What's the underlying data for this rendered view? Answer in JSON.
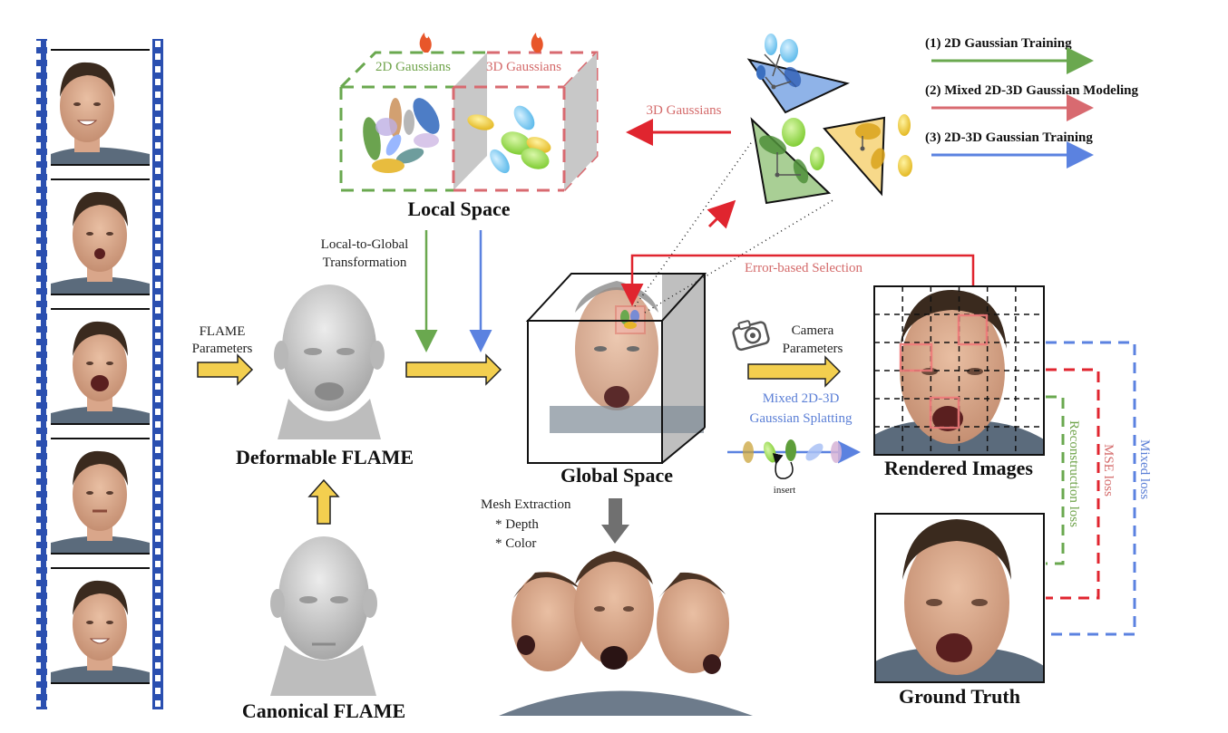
{
  "colors": {
    "film_blue": "#2a4fb0",
    "arrow_yellow": "#f3cf4f",
    "green": "#6aa84f",
    "red": "#e0252f",
    "pink": "#d86a70",
    "blue": "#5b82e0",
    "gray_face": "#d4d4d4"
  },
  "film_strip": {
    "frames": [
      {
        "label": "frame-1",
        "expression": "smile-turned"
      },
      {
        "label": "frame-2",
        "expression": "mouth-open-surprise"
      },
      {
        "label": "frame-3",
        "expression": "shout"
      },
      {
        "label": "frame-4",
        "expression": "squint-grimace"
      },
      {
        "label": "frame-5",
        "expression": "smile"
      }
    ]
  },
  "local_space": {
    "title": "Local Space",
    "gauss2d_label": "2D Gaussians",
    "gauss3d_label": "3D Gaussians",
    "fire_icon": "fire-icon"
  },
  "arrows_labels": {
    "flame_params_line1": "FLAME",
    "flame_params_line2": "Parameters",
    "l2g_line1": "Local-to-Global",
    "l2g_line2": "Transformation",
    "gauss3d_back": "3D Gaussians",
    "error_selection": "Error-based Selection",
    "camera_line1": "Camera",
    "camera_line2": "Parameters",
    "splat_line1": "Mixed 2D-3D",
    "splat_line2": "Gaussian Splatting",
    "insert": "insert",
    "mesh_line1": "Mesh Extraction",
    "mesh_line2": "* Depth",
    "mesh_line3": "* Color"
  },
  "flame": {
    "deformable": "Deformable FLAME",
    "canonical": "Canonical FLAME"
  },
  "global_space": {
    "title": "Global Space"
  },
  "rendered": {
    "title": "Rendered Images"
  },
  "ground_truth": {
    "title": "Ground Truth"
  },
  "losses": {
    "reconstruction": "Reconstruction loss",
    "mse": "MSE loss",
    "mixed": "Mixed loss"
  },
  "legend": [
    {
      "label": "(1) 2D Gaussian Training",
      "color": "#6aa84f"
    },
    {
      "label": "(2) Mixed 2D-3D Gaussian Modeling",
      "color": "#d86a70"
    },
    {
      "label": "(3) 2D-3D Gaussian Training",
      "color": "#5b82e0"
    }
  ]
}
